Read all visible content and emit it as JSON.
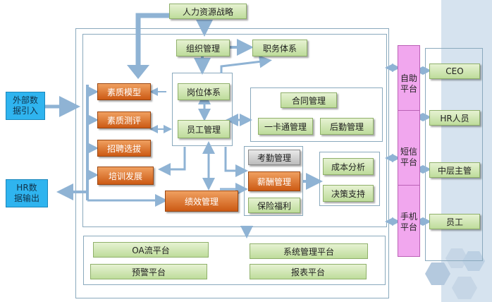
{
  "strategy": "人力资源战略",
  "external": {
    "data_in": "外部数\n据引入",
    "hr_out": "HR数\n据输出"
  },
  "org": {
    "org_mgmt": "组织管理",
    "position_system": "职务体系"
  },
  "core": {
    "post_system": "岗位体系",
    "employee_mgmt": "员工管理"
  },
  "left_modules": {
    "quality_model": "素质模型",
    "quality_eval": "素质测评",
    "recruit": "招聘选拔",
    "training": "培训发展",
    "performance": "绩效管理"
  },
  "services": {
    "contract": "合同管理",
    "card": "一卡通管理",
    "logistics": "后勤管理"
  },
  "comp": {
    "attendance": "考勤管理",
    "salary": "薪酬管理",
    "welfare": "保险福利"
  },
  "analysis": {
    "cost": "成本分析",
    "decision": "决策支持"
  },
  "platforms": {
    "oa": "OA流平台",
    "system": "系统管理平台",
    "alert": "预警平台",
    "report": "报表平台"
  },
  "channels": {
    "self_service": "自助\n平台",
    "sms": "短信\n平台",
    "mobile": "手机\n平台"
  },
  "roles": {
    "ceo": "CEO",
    "hr": "HR人员",
    "middle": "中层主管",
    "employee": "员工"
  },
  "colors": {
    "green_top": "#e6f2d2",
    "green_bottom": "#bedc9b",
    "orange_top": "#f0a060",
    "orange_bottom": "#cc5a14",
    "arrow": "#8fb3d4",
    "cyan": "#2fb4ef",
    "pink": "#f1a7ee",
    "panel": "#d6e3ef"
  }
}
